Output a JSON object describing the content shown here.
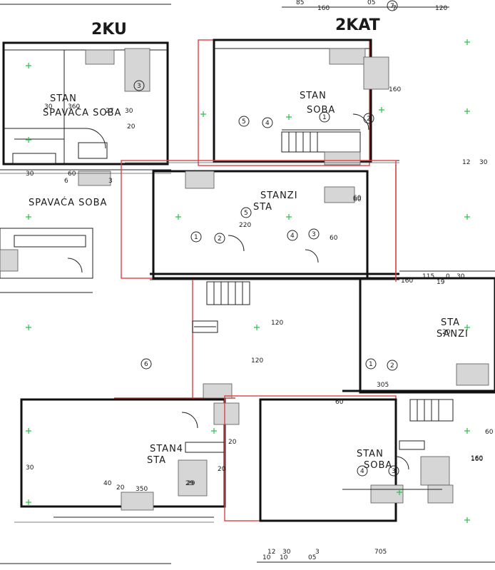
{
  "units": {
    "top_left": {
      "title": "2KU",
      "rooms": [
        "STAN",
        "SPAVAĆA SOBA"
      ]
    },
    "top_right": {
      "title": "2KAT",
      "rooms": [
        "STAN",
        "SOBA"
      ]
    },
    "middle": {
      "rooms": [
        "STANZI",
        "STA",
        "SPAVAĆA SOBA"
      ]
    },
    "right": {
      "rooms": [
        "STA",
        "SANZI"
      ]
    },
    "bottom_left": {
      "rooms": [
        "STAN4",
        "STA"
      ]
    },
    "bottom_right": {
      "rooms": [
        "STAN",
        "SOBA"
      ]
    }
  },
  "dimensions": {
    "top": [
      "85",
      "160",
      "05",
      "120",
      "7"
    ],
    "bottom": [
      "12",
      "30",
      "10",
      "10",
      "05",
      "3",
      "705"
    ],
    "left": [
      "30",
      "360",
      "27",
      "30",
      "20",
      "29",
      "30",
      "60",
      "6",
      "3"
    ],
    "mid": [
      "220",
      "60",
      "60",
      "120",
      "120",
      "305",
      "160",
      "115",
      "0",
      "30"
    ],
    "right": [
      "12",
      "30",
      "60",
      "160",
      "160",
      "19",
      "20",
      "60"
    ],
    "lower": [
      "350",
      "29",
      "20",
      "40",
      "20",
      "160",
      "60",
      "20",
      "30"
    ]
  },
  "callouts": [
    "1",
    "2",
    "3",
    "4",
    "5",
    "6",
    "7",
    "1",
    "2",
    "3",
    "4",
    "5",
    "1",
    "2",
    "3",
    "4"
  ]
}
